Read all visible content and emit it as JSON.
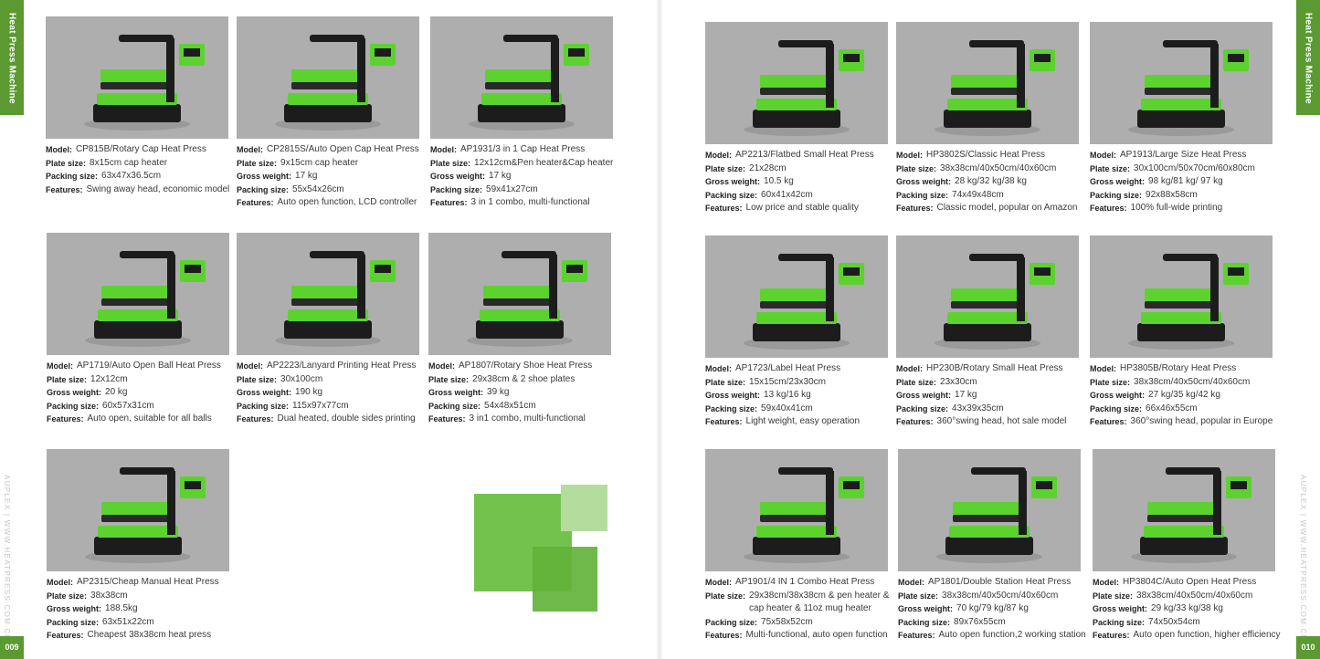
{
  "side_tab": "Heat Press Machine",
  "website": "AUPLEX | WWW.HEATPRESS.COM.CN",
  "page_numbers": {
    "left": "009",
    "right": "010"
  },
  "labels": {
    "model": "Model:",
    "plate": "Plate size:",
    "gross": "Gross weight:",
    "packing": "Packing size:",
    "features": "Features:"
  },
  "colors": {
    "brand_green": "#5a9a30",
    "machine_green": "#5cd22e",
    "photo_bg": "#aeaeae"
  },
  "products": [
    {
      "model": "CP815B/Rotary Cap Heat Press",
      "plate": "8x15cm cap heater",
      "packing": "63x47x36.5cm",
      "features": "Swing away head, economic model",
      "icon": "cap-heat-press-image"
    },
    {
      "model": "CP2815S/Auto Open Cap Heat Press",
      "plate": "9x15cm cap heater",
      "gross": "17 kg",
      "packing": "55x54x26cm",
      "features": "Auto open function, LCD controller",
      "icon": "cap-heat-press-image"
    },
    {
      "model": "AP1931/3 in 1 Cap Heat Press",
      "plate": "12x12cm&Pen heater&Cap heater",
      "gross": "17 kg",
      "packing": "59x41x27cm",
      "features": "3 in 1 combo, multi-functional",
      "icon": "combo-heat-press-image"
    },
    {
      "model": "AP1719/Auto Open Ball Heat Press",
      "plate": "12x12cm",
      "gross": "20 kg",
      "packing": "60x57x31cm",
      "features": "Auto open, suitable for all balls",
      "icon": "ball-heat-press-image"
    },
    {
      "model": "AP2223/Lanyard Printing Heat Press",
      "plate": "30x100cm",
      "gross": "190 kg",
      "packing": "115x97x77cm",
      "features": "Dual heated, double sides printing",
      "icon": "lanyard-heat-press-image"
    },
    {
      "model": "AP1807/Rotary Shoe Heat Press",
      "plate": "29x38cm & 2 shoe plates",
      "gross": "39 kg",
      "packing": "54x48x51cm",
      "features": "3 in1 combo, multi-functional",
      "icon": "shoe-heat-press-image"
    },
    {
      "model": "AP2315/Cheap Manual Heat Press",
      "plate": "38x38cm",
      "gross": "188.5kg",
      "packing": "63x51x22cm",
      "features": "Cheapest 38x38cm heat press",
      "icon": "manual-heat-press-image"
    },
    {
      "model": "AP2213/Flatbed Small Heat Press",
      "plate": "21x28cm",
      "gross": "10.5 kg",
      "packing": "60x41x42cm",
      "features": "Low price and stable quality",
      "icon": "flatbed-heat-press-image"
    },
    {
      "model": "HP3802S/Classic Heat Press",
      "plate": "38x38cm/40x50cm/40x60cm",
      "gross": "28 kg/32 kg/38 kg",
      "packing": "74x49x48cm",
      "features": "Classic model, popular on Amazon",
      "icon": "clamshell-heat-press-image"
    },
    {
      "model": "AP1913/Large Size Heat Press",
      "plate": "30x100cm/50x70cm/60x80cm",
      "gross": "98 kg/81 kg/ 97 kg",
      "packing": "92x88x58cm",
      "features": "100% full-wide printing",
      "icon": "large-heat-press-image"
    },
    {
      "model": "AP1723/Label Heat Press",
      "plate": "15x15cm/23x30cm",
      "gross": "13 kg/16 kg",
      "packing": "59x40x41cm",
      "features": "Light weight,  easy operation",
      "icon": "label-heat-press-image"
    },
    {
      "model": "HP230B/Rotary Small Heat Press",
      "plate": "23x30cm",
      "gross": "17 kg",
      "packing": "43x39x35cm",
      "features": "360°swing head, hot sale model",
      "icon": "swing-heat-press-image"
    },
    {
      "model": "HP3805B/Rotary Heat Press",
      "plate": "38x38cm/40x50cm/40x60cm",
      "gross": "27 kg/35 kg/42 kg",
      "packing": "66x46x55cm",
      "features": "360°swing head, popular in Europe",
      "icon": "swing-heat-press-image"
    },
    {
      "model": "AP1901/4 IN 1 Combo Heat Press",
      "plate": "29x38cm/38x38cm & pen heater & cap heater & 11oz mug heater",
      "packing": "75x58x52cm",
      "features": "Multi-functional, auto open function",
      "icon": "combo-heat-press-image"
    },
    {
      "model": "AP1801/Double Station Heat Press",
      "plate": "38x38cm/40x50cm/40x60cm",
      "gross": "70 kg/79 kg/87 kg",
      "packing": "89x76x55cm",
      "features": "Auto open function,2 working station",
      "icon": "double-station-heat-press-image"
    },
    {
      "model": "HP3804C/Auto Open Heat Press",
      "plate": "38x38cm/40x50cm/40x60cm",
      "gross": "29 kg/33 kg/38 kg",
      "packing": "74x50x54cm",
      "features": "Auto open function, higher efficiency",
      "icon": "auto-open-heat-press-image"
    }
  ]
}
